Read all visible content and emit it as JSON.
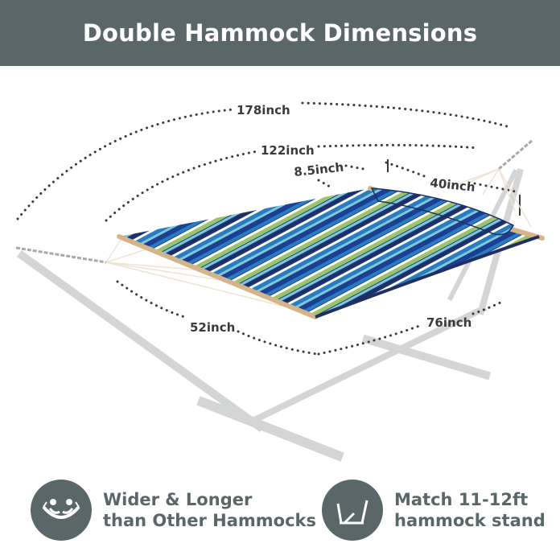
{
  "header": {
    "title": "Double Hammock Dimensions",
    "background": "#5a6768"
  },
  "dimensions": {
    "total_length": "178inch",
    "bed_length": "122inch",
    "pillow_depth": "8.5inch",
    "bed_width": "40inch",
    "stand_width": "52inch",
    "stand_height": "76inch"
  },
  "hammock_colors": [
    "#1b3f93",
    "#2a7cc0",
    "#7fc8d6",
    "#9bc36b",
    "#ffffff",
    "#1f2f62"
  ],
  "features": [
    {
      "icon": "hammock-people-icon",
      "line1": "Wider & Longer",
      "line2": "than Other Hammocks"
    },
    {
      "icon": "hammock-stand-icon",
      "line1": "Match 11-12ft",
      "line2": "hammock stand"
    }
  ]
}
